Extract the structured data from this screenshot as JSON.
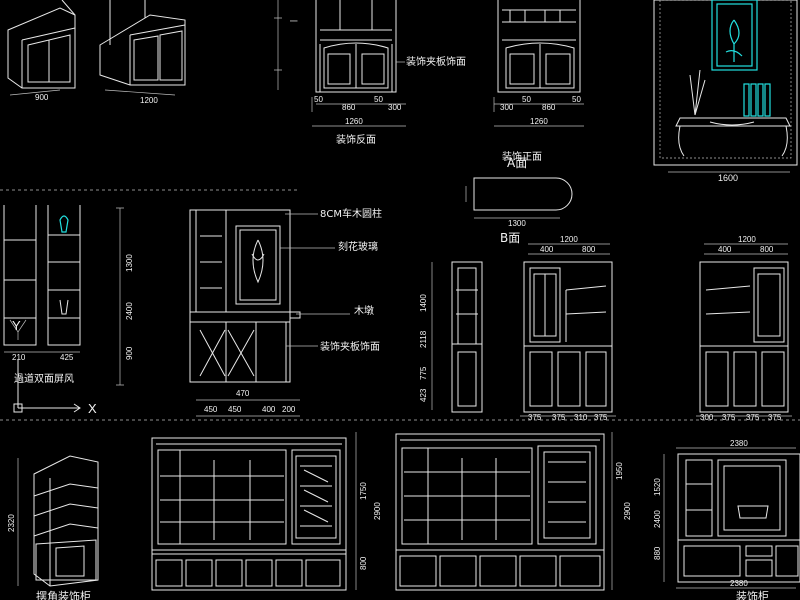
{
  "labels": {
    "decorative_panel_1": "装饰夹板饰面",
    "decorative_back": "装饰反面",
    "face_a": "A面",
    "face_a_prefix": "装饰正面",
    "face_b": "B面",
    "round_column": "8CM车木圆柱",
    "carved_glass": "刻花玻璃",
    "wood_stile": "木墩",
    "decorative_panel_2": "装饰夹板饰面",
    "corridor_screen": "過道双面屏风",
    "corner_cabinet": "摆角装饰柜",
    "decor_cabinet": "装饰柜",
    "axis_x": "X",
    "axis_y": "Y"
  },
  "dimensions": {
    "back_left": "50",
    "back_mid": "860",
    "back_right": "50",
    "back_right2": "300",
    "back_total": "1260",
    "front_left": "300",
    "front_left2": "50",
    "front_mid": "860",
    "front_right": "50",
    "front_total": "1260",
    "table_width": "1600",
    "plan_width": "1300",
    "b_top_left": "1200",
    "b_top_sub1": "400",
    "b_top_sub2": "800",
    "b_top_right": "1200",
    "b_top_sub3": "400",
    "b_top_sub4": "800",
    "b_side_h1": "1400",
    "b_side_h2": "2118",
    "b_side_h3": "775",
    "b_side_h4": "423",
    "b_bot_1": "375",
    "b_bot_2": "375",
    "b_bot_3": "310",
    "b_bot_4": "375",
    "b_bot_5": "300",
    "b_bot_6": "375",
    "b_bot_7": "375",
    "b_bot_8": "375",
    "screen_h1": "1300",
    "screen_h2": "2400",
    "screen_h3": "900",
    "screen_bot_1": "450",
    "screen_bot_2": "450",
    "screen_bot_3": "400",
    "screen_bot_4": "200",
    "screen_bot_total": "470",
    "corridor_w1": "210",
    "corridor_w2": "425",
    "corner_h": "2320",
    "cab1_h1": "1750",
    "cab1_h2": "2900",
    "cab1_h3": "800",
    "cab2_h1": "1950",
    "cab2_h2": "2900",
    "cab3_w": "2380",
    "cab3_h1": "1520",
    "cab3_h2": "2400",
    "cab3_h3": "880",
    "cab3_w2": "2380",
    "top_iso_w1": "900",
    "top_iso_w2": "1200"
  },
  "colors": {
    "background": "#000000",
    "line": "#e8e8e8",
    "accent": "#22e0e0"
  }
}
